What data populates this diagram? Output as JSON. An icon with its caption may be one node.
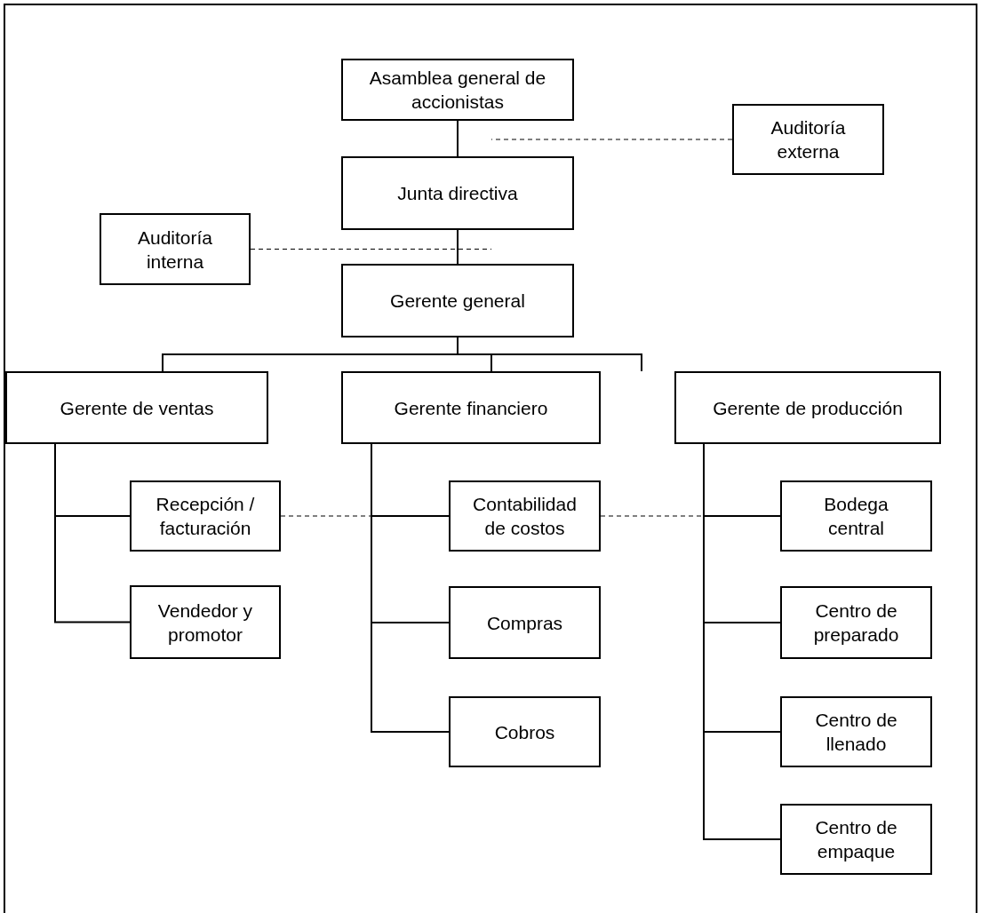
{
  "diagram": {
    "nodes": [
      {
        "text": [
          "Asamblea general de accionistas"
        ]
      },
      {
        "text": [
          "Auditoría externa"
        ]
      },
      {
        "text": [
          "Junta directiva"
        ]
      },
      {
        "text": [
          "Auditoría interna"
        ]
      },
      {
        "text": [
          "Gerente general"
        ]
      },
      {
        "text": [
          "Gerente de ventas"
        ]
      },
      {
        "text": [
          "Gerente financiero"
        ]
      },
      {
        "text": [
          "Gerente de producción"
        ]
      },
      {
        "text": [
          "Recepción / facturación"
        ]
      },
      {
        "text": [
          "Vendedor y promotor"
        ]
      },
      {
        "text": [
          "Contabilidad de costos"
        ]
      },
      {
        "text": [
          "Compras"
        ]
      },
      {
        "text": [
          "Cobros"
        ]
      },
      {
        "text": [
          "Bodega central"
        ]
      },
      {
        "text": [
          "Centro de preparado"
        ]
      },
      {
        "text": [
          "Centro de llenado"
        ]
      },
      {
        "text": [
          "Centro de empaque"
        ]
      }
    ],
    "edges": [
      {
        "from": 0,
        "to": 2,
        "arrow": "none"
      },
      {
        "from": 1,
        "to": null,
        "arrow": "none",
        "style": "dashed"
      },
      {
        "from": 2,
        "to": 4,
        "arrow": "none"
      },
      {
        "from": 3,
        "to": null,
        "arrow": "none",
        "style": "dashed"
      },
      {
        "from": 4,
        "to": 5,
        "arrow": "none"
      },
      {
        "from": 4,
        "to": 6,
        "arrow": "none"
      },
      {
        "from": 4,
        "to": 7,
        "arrow": "none"
      },
      {
        "from": 5,
        "to": 8,
        "arrow": "none"
      },
      {
        "from": 5,
        "to": 9,
        "arrow": "none"
      },
      {
        "from": 6,
        "to": 10,
        "arrow": "none"
      },
      {
        "from": 6,
        "to": 11,
        "arrow": "none"
      },
      {
        "from": 6,
        "to": 12,
        "arrow": "none"
      },
      {
        "from": 7,
        "to": 13,
        "arrow": "none"
      },
      {
        "from": 7,
        "to": 14,
        "arrow": "none"
      },
      {
        "from": 7,
        "to": 15,
        "arrow": "none"
      },
      {
        "from": 7,
        "to": 16,
        "arrow": "none"
      },
      {
        "from": 8,
        "to": 10,
        "arrow": "none",
        "style": "dashed"
      },
      {
        "from": 10,
        "to": 13,
        "arrow": "none",
        "style": "dashed"
      }
    ]
  }
}
